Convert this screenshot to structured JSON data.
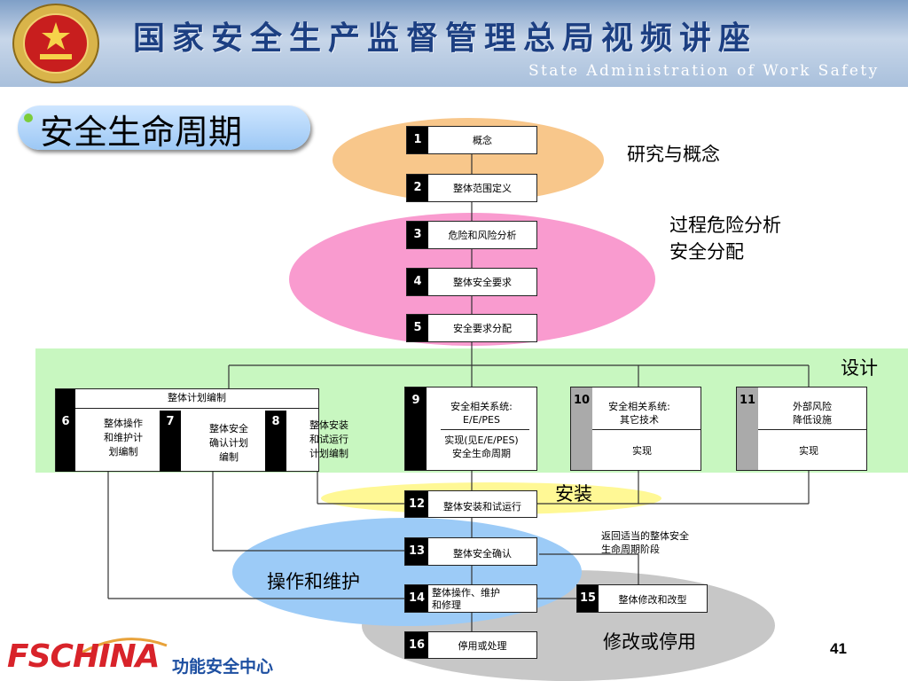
{
  "header": {
    "title": "国家安全生产监督管理总局视频讲座",
    "subtitle": "State Administration of Work Safety"
  },
  "slide_title": "安全生命周期",
  "regions": {
    "concept": "研究与概念",
    "hazard_line1": "过程危险分析",
    "hazard_line2": "安全分配",
    "design": "设计",
    "install": "安装",
    "ops": "操作和维护",
    "modify": "修改或停用"
  },
  "steps": {
    "s1": {
      "num": "1",
      "label": "概念"
    },
    "s2": {
      "num": "2",
      "label": "整体范围定义"
    },
    "s3": {
      "num": "3",
      "label": "危险和风险分析"
    },
    "s4": {
      "num": "4",
      "label": "整体安全要求"
    },
    "s5": {
      "num": "5",
      "label": "安全要求分配"
    },
    "plan_header": "整体计划编制",
    "s6": {
      "num": "6",
      "line1": "整体操作",
      "line2": "和维护计",
      "line3": "划编制"
    },
    "s7": {
      "num": "7",
      "line1": "整体安全",
      "line2": "确认计划",
      "line3": "编制"
    },
    "s8": {
      "num": "8",
      "line1": "整体安装",
      "line2": "和试运行",
      "line3": "计划编制"
    },
    "s9": {
      "num": "9",
      "top1": "安全相关系统:",
      "top2": "E/E/PES",
      "bot1": "实现(见E/E/PES)",
      "bot2": "安全生命周期"
    },
    "s10": {
      "num": "10",
      "top1": "安全相关系统:",
      "top2": "其它技术",
      "bot": "实现"
    },
    "s11": {
      "num": "11",
      "top1": "外部风险",
      "top2": "降低设施",
      "bot": "实现"
    },
    "s12": {
      "num": "12",
      "label": "整体安装和试运行"
    },
    "s13": {
      "num": "13",
      "label": "整体安全确认"
    },
    "s14": {
      "num": "14",
      "line1": "整体操作、维护",
      "line2": "和修理"
    },
    "s15": {
      "num": "15",
      "label": "整体修改和改型"
    },
    "s16": {
      "num": "16",
      "label": "停用或处理"
    }
  },
  "return_note_line1": "返回适当的整体安全",
  "return_note_line2": "生命周期阶段",
  "footer": {
    "logo_text": "FSCHINA",
    "center_name": "功能安全中心",
    "page_number": "41"
  },
  "colors": {
    "concept": "#f8c78b",
    "hazard": "#f99bcf",
    "design": "#c8f7c0",
    "install": "#fff895",
    "ops": "#9ccbf7",
    "modify": "#c7c7c7",
    "logo_red": "#d8232a",
    "logo_blue": "#1d4fa1"
  }
}
